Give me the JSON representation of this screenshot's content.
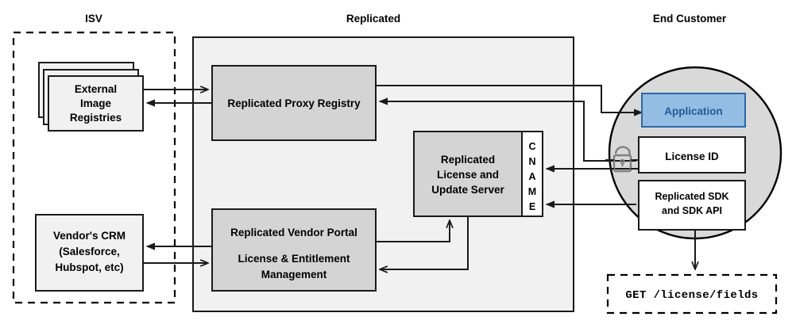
{
  "zones": {
    "isv": {
      "title": "ISV"
    },
    "replicated": {
      "title": "Replicated"
    },
    "end_customer": {
      "title": "End Customer"
    }
  },
  "nodes": {
    "external_image_registries": {
      "lines": [
        "External",
        "Image",
        "Registries"
      ]
    },
    "vendor_crm": {
      "lines": [
        "Vendor's CRM",
        "(Salesforce,",
        "Hubspot, etc)"
      ]
    },
    "proxy_registry": {
      "lines": [
        "Replicated Proxy Registry"
      ]
    },
    "license_update_server": {
      "lines": [
        "Replicated",
        "License and",
        "Update Server"
      ]
    },
    "cname": {
      "letters": [
        "C",
        "N",
        "A",
        "M",
        "E"
      ],
      "label": "CNAME"
    },
    "vendor_portal": {
      "lines": [
        "Replicated Vendor Portal",
        "License & Entitlement",
        "Management"
      ]
    },
    "application": {
      "label": "Application"
    },
    "license_id": {
      "label": "License ID"
    },
    "replicated_sdk": {
      "lines": [
        "Replicated SDK",
        "and SDK API"
      ]
    },
    "api_request": {
      "label": "GET /license/fields"
    },
    "lock": {
      "name": "unlocked-padlock"
    }
  },
  "colors": {
    "panel_background": "#f1f1f1",
    "node_gray": "#d4d4d4",
    "node_light": "#f1f1f1",
    "node_white": "#ffffff",
    "application_fill": "#93bde3",
    "application_stroke": "#2a6aa8",
    "application_text": "#1f5c99",
    "customer_circle": "#d9d9d9",
    "line": "#1a1a1a",
    "lock": "#808080"
  }
}
